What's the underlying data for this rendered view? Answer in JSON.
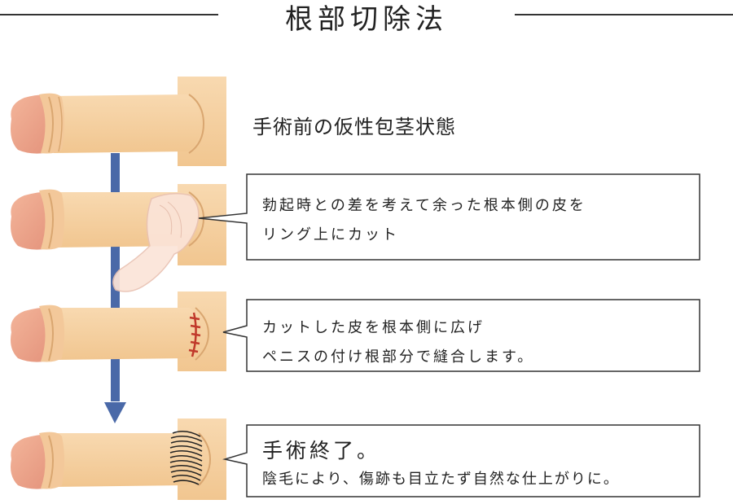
{
  "title": "根部切除法",
  "steps": [
    {
      "label": "手術前の仮性包茎状態"
    },
    {
      "line1": "勃起時との差を考えて余った根本側の皮を",
      "line2": "リング上にカット"
    },
    {
      "line1": "カットした皮を根本側に広げ",
      "line2": "ペニスの付け根部分で縫合します。"
    },
    {
      "line1": "手術終了。",
      "line2": "陰毛により、傷跡も目立たず自然な仕上がりに。"
    }
  ],
  "colors": {
    "skin": "#f5cfa0",
    "skin_shadow": "#e0b27e",
    "glans": "#eda589",
    "glans_dark": "#d98868",
    "arrow": "#4a69a8",
    "suture": "#c0392b",
    "removed_skin": "#fbe4d8"
  }
}
